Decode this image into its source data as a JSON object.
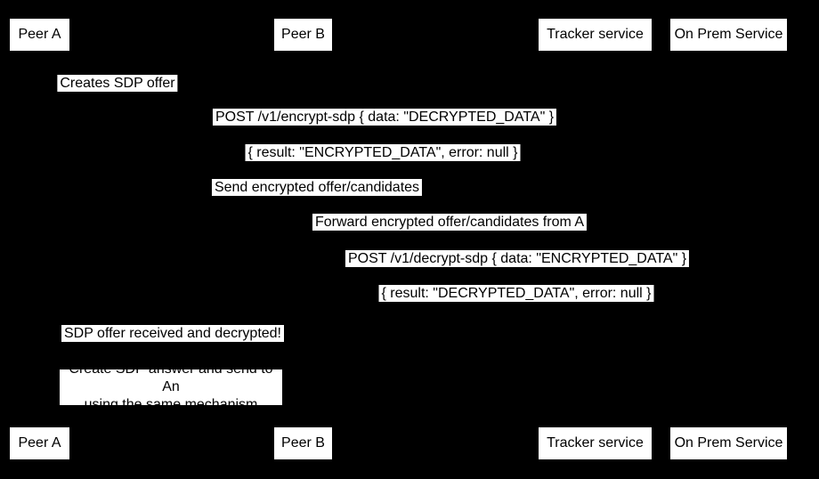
{
  "diagram": {
    "type": "sequence-diagram",
    "colors": {
      "background": "#000000",
      "label_background": "#ffffff",
      "text": "#000000"
    },
    "participants": [
      {
        "id": "peer-a",
        "label": "Peer A"
      },
      {
        "id": "peer-b",
        "label": "Peer B"
      },
      {
        "id": "tracker-service",
        "label": "Tracker service"
      },
      {
        "id": "on-prem-service",
        "label": "On Prem Service"
      }
    ],
    "messages": [
      {
        "label": "Creates SDP offer"
      },
      {
        "label": "POST /v1/encrypt-sdp { data: \"DECRYPTED_DATA\" }"
      },
      {
        "label": "{ result: \"ENCRYPTED_DATA\", error: null }"
      },
      {
        "label": "Send encrypted offer/candidates"
      },
      {
        "label": "Forward encrypted offer/candidates from A"
      },
      {
        "label": "POST /v1/decrypt-sdp { data: \"ENCRYPTED_DATA\" }"
      },
      {
        "label": "{ result: \"DECRYPTED_DATA\", error: null }"
      },
      {
        "label": "SDP offer received and decrypted!"
      }
    ],
    "note": {
      "line1": "Create SDP answer and send to An",
      "line2": "using the same mechanism"
    }
  }
}
